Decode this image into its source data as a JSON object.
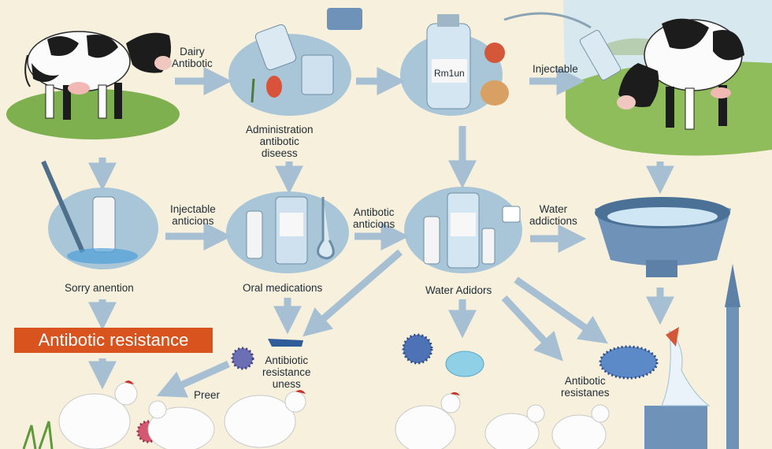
{
  "labels": {
    "dairy_antibiotic": "Dairy\nAntibotic",
    "administration": "Administration\nantibotic\ndiseess",
    "bottle_label": "Rm1un",
    "injectable_top": "Injectable",
    "injectable_antictions": "Injectable\nanticions",
    "antibotic_anticions": "Antibotic\nanticions",
    "water_addictions": "Water\naddictions",
    "sorry_anention": "Sorry anention",
    "oral_medications": "Oral medications",
    "water_adidors": "Water Adidors",
    "antibiotic_resistance_banner": "Antibotic resistance",
    "resistance_uness": "Antibiotic\nresistance\nuness",
    "preer": "Preer",
    "antibotic_resistanes": "Antibotic\nresistanes"
  },
  "colors": {
    "background": "#f7f0dd",
    "circle_fill": "#a9c6d8",
    "arrow": "#a7bfd3",
    "banner": "#d9531e",
    "grass": "#78a84a",
    "tub": "#6f93b8"
  }
}
